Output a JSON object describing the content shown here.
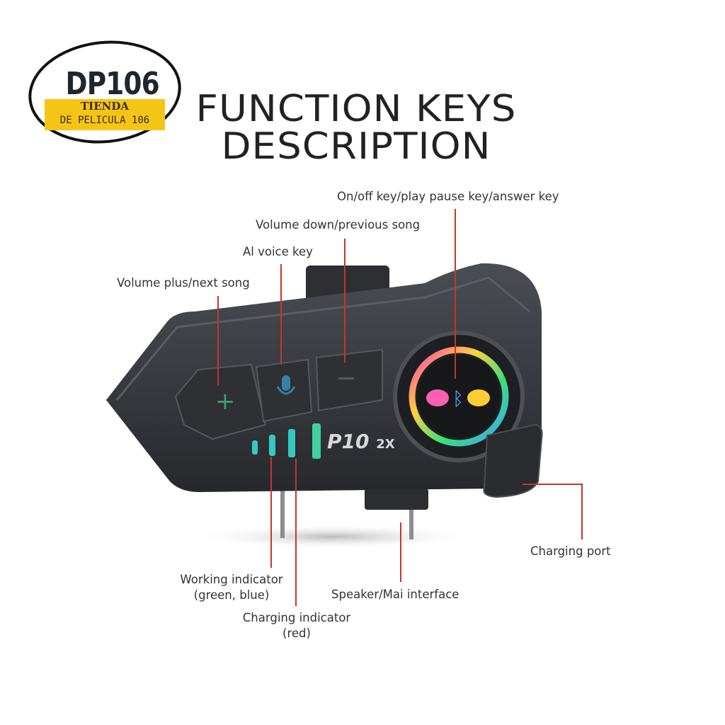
{
  "logo": {
    "main": "DP106",
    "line1": "TIENDA",
    "line2": "DE PELICULA 106"
  },
  "title": {
    "line1": "FUNCTION KEYS",
    "line2": "DESCRIPTION"
  },
  "device": {
    "brand": "P10",
    "model": "2X"
  },
  "labels": {
    "power": "On/off key/play pause key/answer key",
    "vol_down": "Volume down/previous song",
    "ai_voice": "Al voice key",
    "vol_plus": "Volume plus/next song",
    "charging_port": "Charging port",
    "working_1": "Working indicator",
    "working_2": "(green, blue)",
    "speaker": "Speaker/Mai interface",
    "charging_ind_1": "Charging indicator",
    "charging_ind_2": "(red)"
  },
  "colors": {
    "leader": "#c0392b",
    "body": "#3a3d42",
    "accent": "#35c9c0"
  }
}
